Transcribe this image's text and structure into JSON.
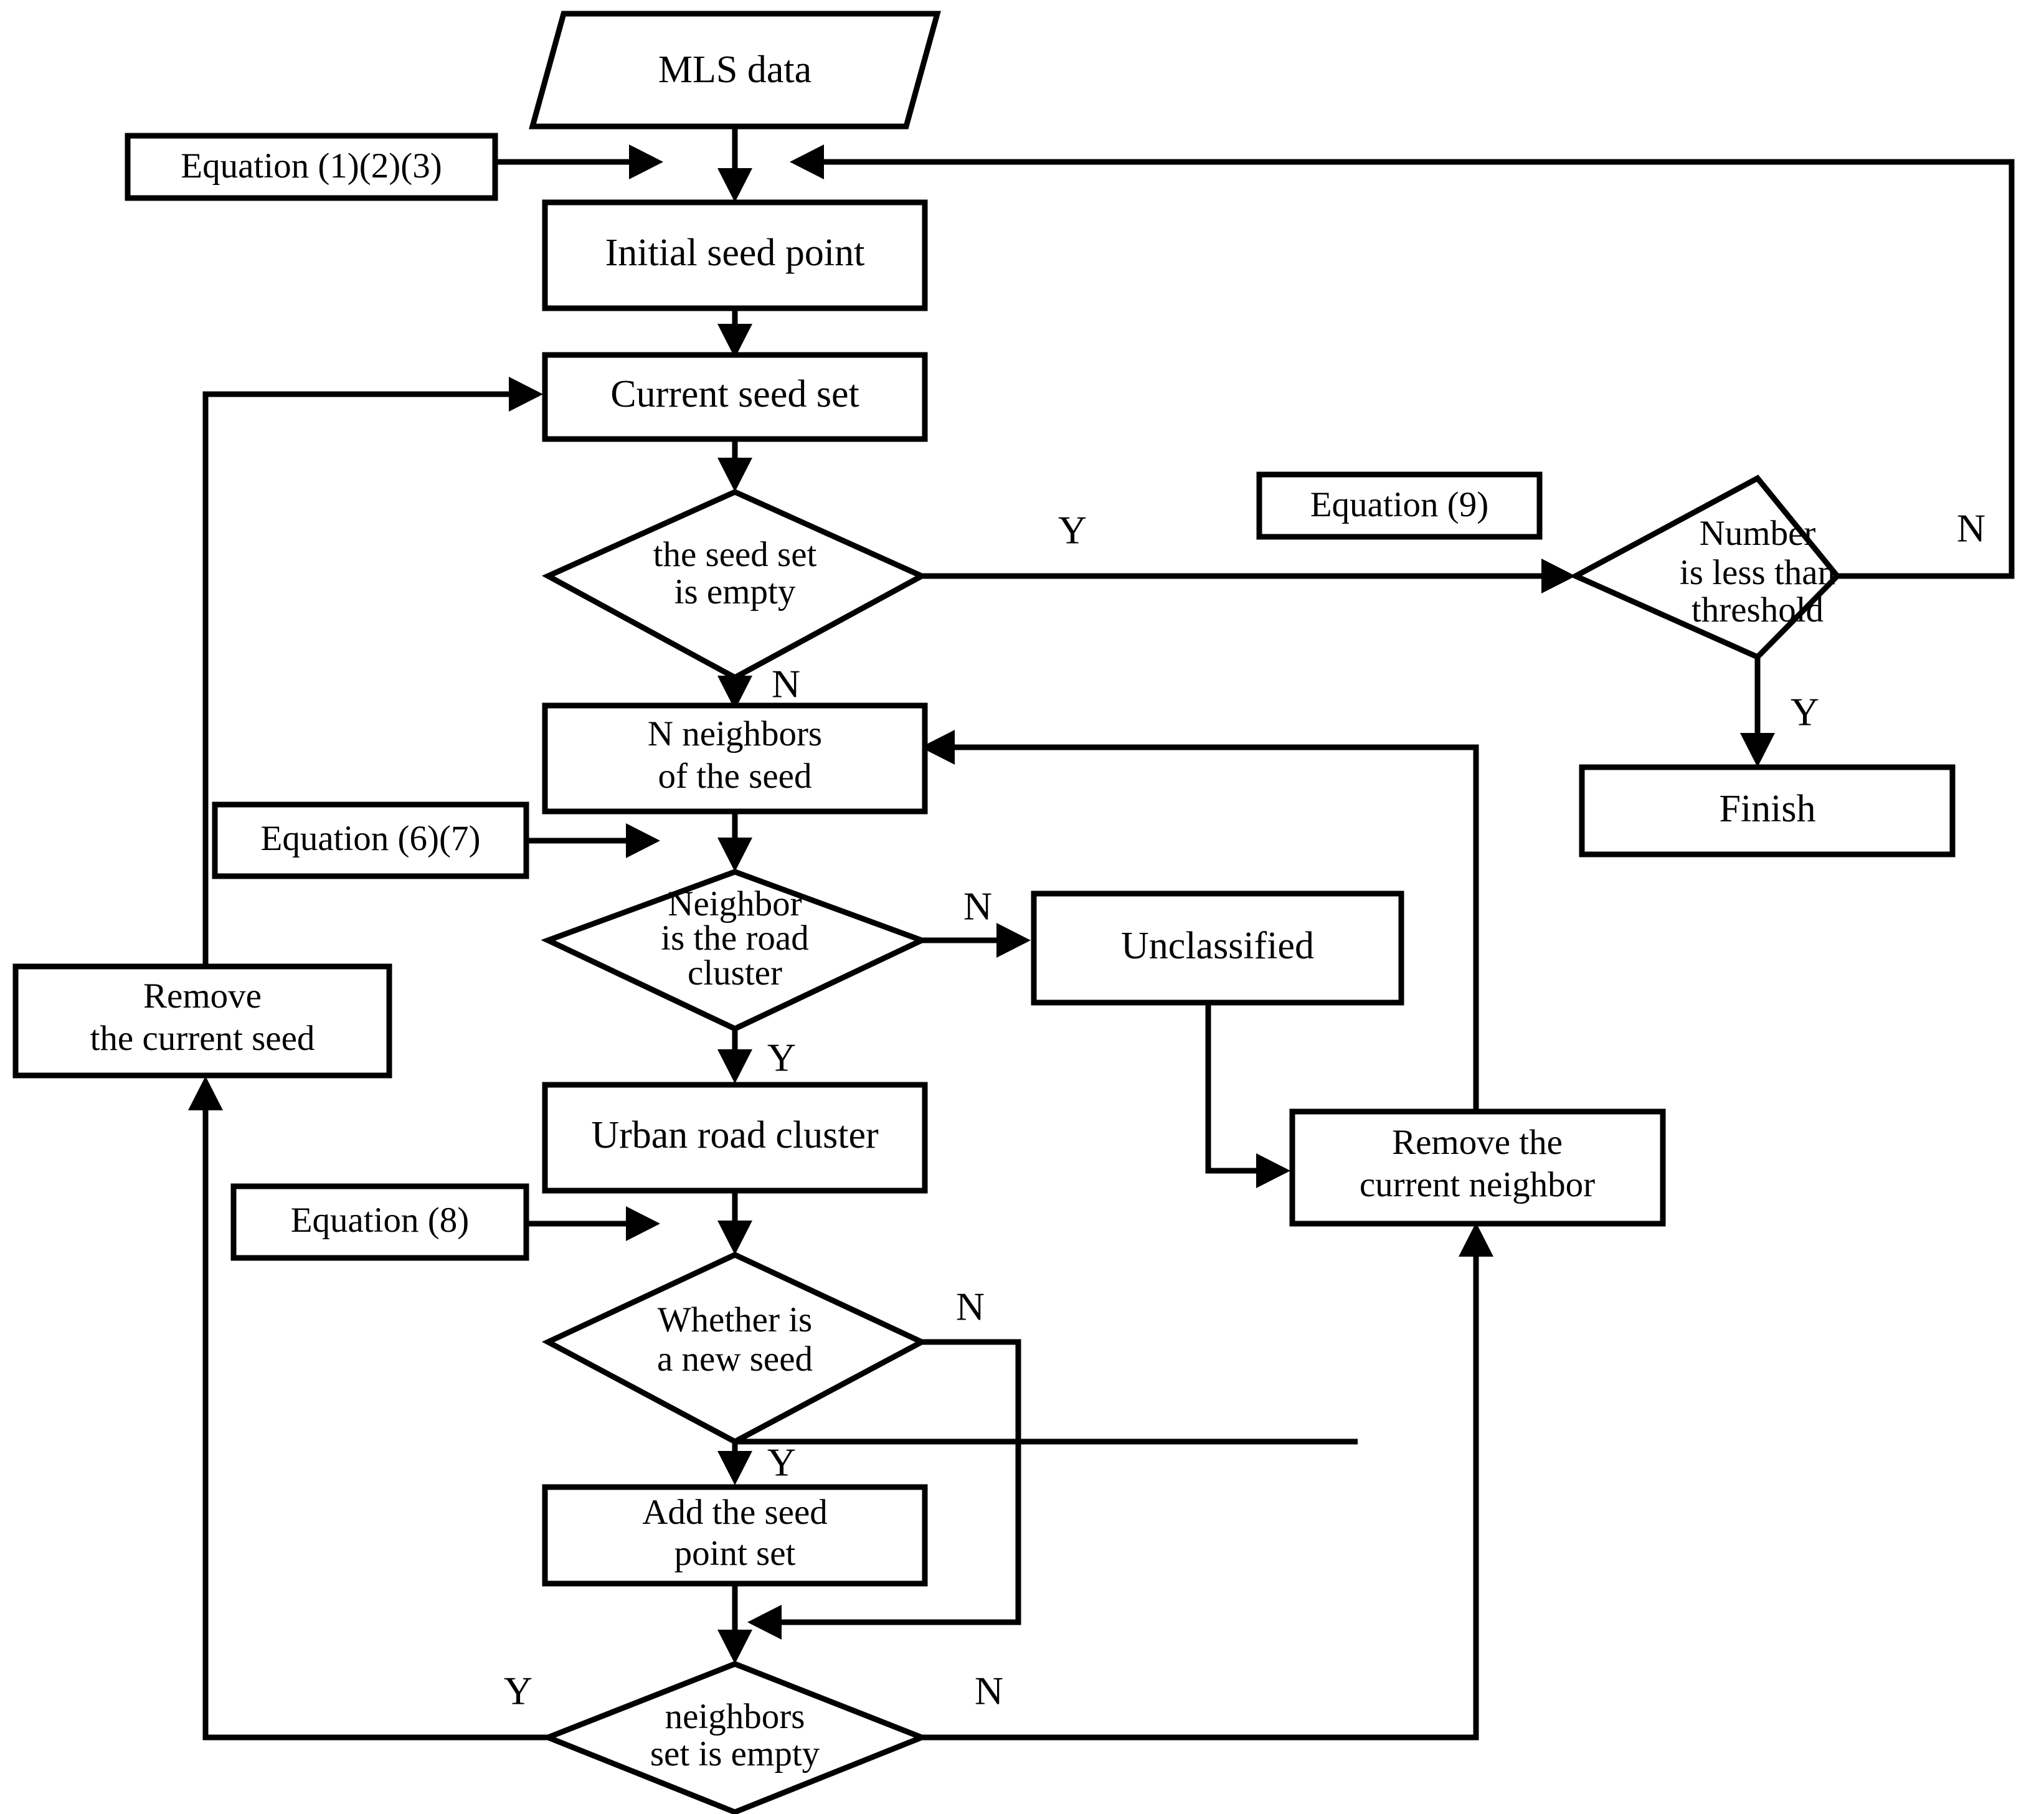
{
  "diagram": {
    "title": "Urban road point cloud region-growing segmentation flowchart",
    "background_color": "#ffffff",
    "line_color": "#000000"
  },
  "nodes": {
    "mls_data": {
      "label": "MLS data",
      "shape": "parallelogram"
    },
    "equation_123": {
      "label": "Equation (1)(2)(3)",
      "shape": "rectangle"
    },
    "initial_seed_point": {
      "label": "Initial seed point",
      "shape": "rectangle"
    },
    "current_seed_set": {
      "label": "Current seed set",
      "shape": "rectangle"
    },
    "seed_set_empty": {
      "line1": "the seed set",
      "line2": "is empty",
      "shape": "diamond"
    },
    "equation_9": {
      "label": "Equation (9)",
      "shape": "rectangle"
    },
    "number_less_than_threshold": {
      "line1": "Number",
      "line2": "is less than",
      "line3": "threshold",
      "shape": "diamond"
    },
    "finish": {
      "label": "Finish",
      "shape": "rectangle"
    },
    "n_neighbors_of_seed": {
      "line1": "N neighbors",
      "line2": "of the seed",
      "shape": "rectangle"
    },
    "equation_67": {
      "label": "Equation (6)(7)",
      "shape": "rectangle"
    },
    "neighbor_is_road_cluster": {
      "line1": "Neighbor",
      "line2": "is the road",
      "line3": "cluster",
      "shape": "diamond"
    },
    "unclassified": {
      "label": "Unclassified",
      "shape": "rectangle"
    },
    "remove_current_seed": {
      "line1": "Remove",
      "line2": "the current seed",
      "shape": "rectangle"
    },
    "urban_road_cluster": {
      "label": "Urban road cluster",
      "shape": "rectangle"
    },
    "equation_8": {
      "label": "Equation (8)",
      "shape": "rectangle"
    },
    "remove_current_neighbor": {
      "line1": "Remove the",
      "line2": "current neighbor",
      "shape": "rectangle"
    },
    "whether_is_new_seed": {
      "line1": "Whether is",
      "line2": "a new seed",
      "shape": "diamond"
    },
    "add_seed_point_set": {
      "line1": "Add the seed",
      "line2": "point set",
      "shape": "rectangle"
    },
    "neighbors_set_empty": {
      "line1": "neighbors",
      "line2": "set is  empty",
      "shape": "diamond"
    }
  },
  "branch_labels": {
    "seed_set_empty_yes": "Y",
    "seed_set_empty_no": "N",
    "number_threshold_no": "N",
    "number_threshold_yes": "Y",
    "neighbor_road_no": "N",
    "neighbor_road_yes": "Y",
    "new_seed_no": "N",
    "new_seed_yes": "Y",
    "neighbors_empty_yes": "Y",
    "neighbors_empty_no": "N"
  }
}
